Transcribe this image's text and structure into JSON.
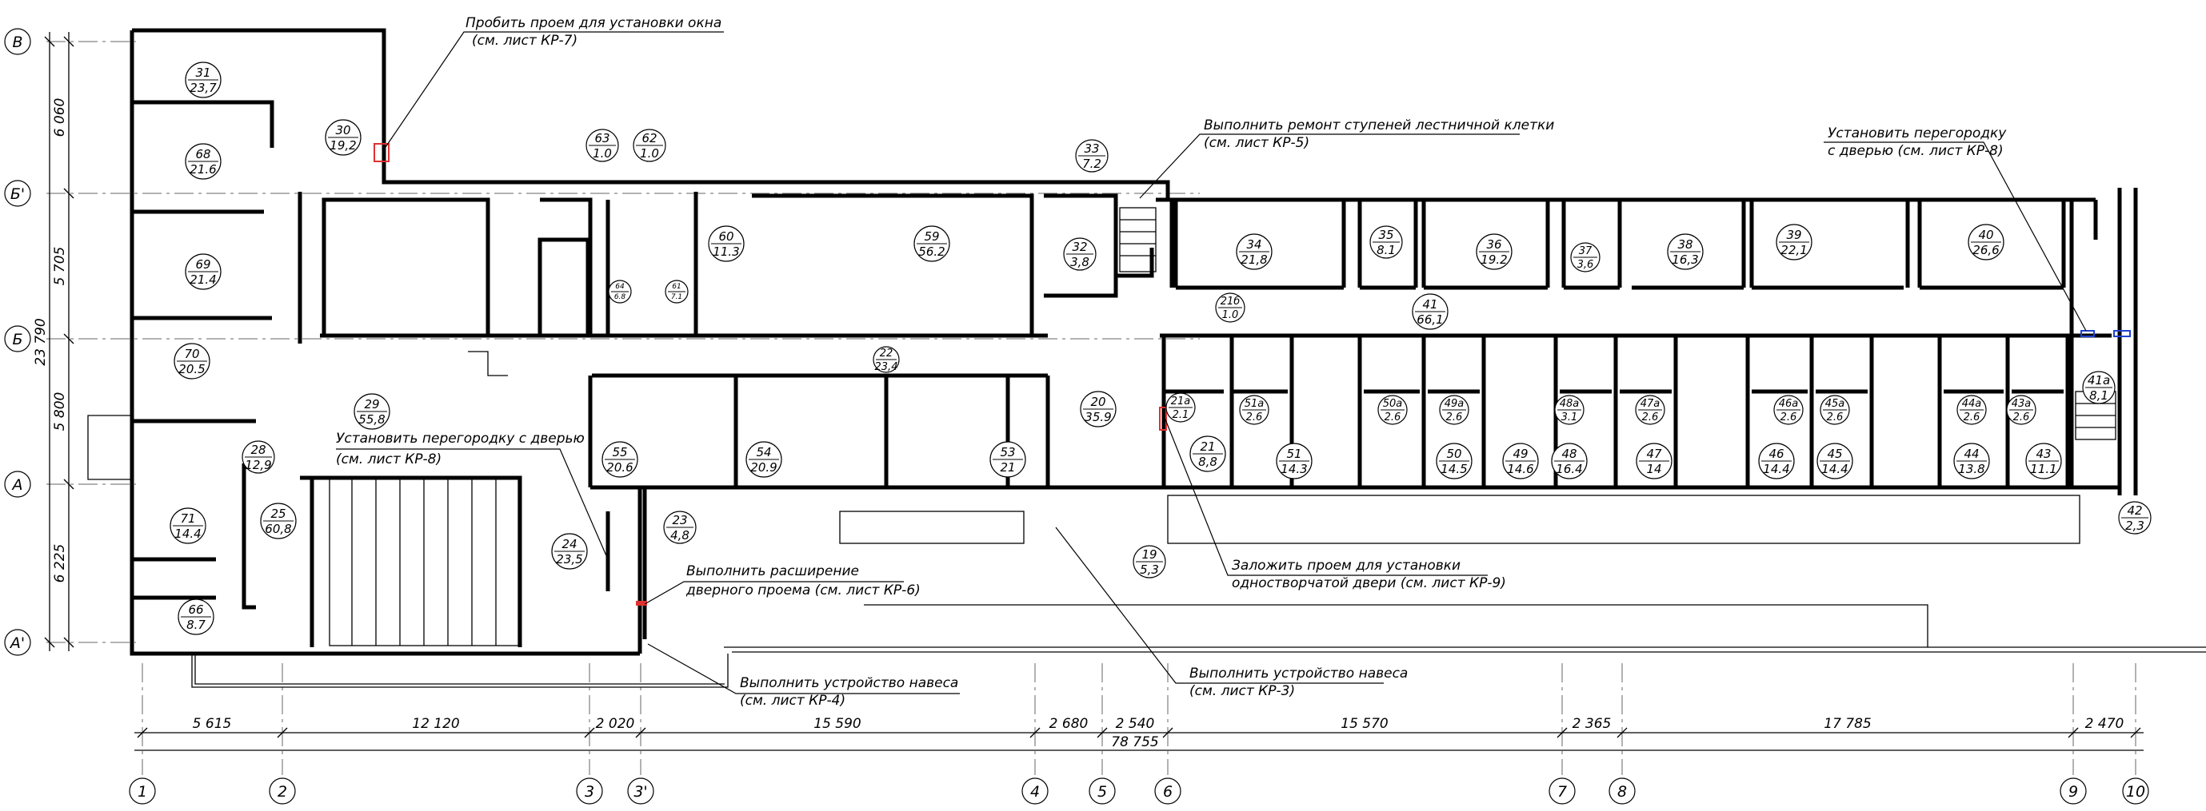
{
  "notes": {
    "window_opening_1": "Пробить проем для установки окна",
    "window_opening_2": "(см. лист КР-7)",
    "stair_repair_1": "Выполнить ремонт ступеней лестничной клетки",
    "stair_repair_2": "(см. лист КР-5)",
    "partition_door_right_1": "Установить перегородку",
    "partition_door_right_2": "с дверью (см. лист КР-8)",
    "partition_door_left_1": "Установить перегородку с дверью",
    "partition_door_left_2": "(см. лист КР-8)",
    "door_widening_1": "Выполнить расширение",
    "door_widening_2": "дверного проема (см. лист КР-6)",
    "canopy_left_1": "Выполнить устройство навеса",
    "canopy_left_2": "(см. лист КР-4)",
    "canopy_mid_1": "Выполнить устройство навеса",
    "canopy_mid_2": "(см. лист КР-3)",
    "block_opening_1": "Заложить проем для установки",
    "block_opening_2": "одностворчатой двери (см. лист КР-9)"
  },
  "row_axes": [
    "В",
    "Б'",
    "Б",
    "А",
    "А'"
  ],
  "row_dims": [
    "6 060",
    "5 705",
    "5 800",
    "6 225"
  ],
  "row_total": "23 790",
  "col_axes": [
    "1",
    "2",
    "3",
    "3'",
    "4",
    "5",
    "6",
    "7",
    "8",
    "9",
    "10"
  ],
  "col_dims": [
    "5 615",
    "12 120",
    "2 020",
    "15 590",
    "2 680",
    "2 540",
    "15 570",
    "2 365",
    "17 785",
    "2 470"
  ],
  "col_total": "78 755",
  "rooms": [
    {
      "n": "31",
      "a": "23,7"
    },
    {
      "n": "30",
      "a": "19,2"
    },
    {
      "n": "68",
      "a": "21.6"
    },
    {
      "n": "69",
      "a": "21.4"
    },
    {
      "n": "70",
      "a": "20.5"
    },
    {
      "n": "28",
      "a": "12,9"
    },
    {
      "n": "71",
      "a": "14.4"
    },
    {
      "n": "25",
      "a": "60,8"
    },
    {
      "n": "66",
      "a": "8.7"
    },
    {
      "n": "29",
      "a": "55,8"
    },
    {
      "n": "63",
      "a": "1.0"
    },
    {
      "n": "62",
      "a": "1.0"
    },
    {
      "n": "64",
      "a": "6.8"
    },
    {
      "n": "61",
      "a": "7.1"
    },
    {
      "n": "60",
      "a": "11.3"
    },
    {
      "n": "59",
      "a": "56.2"
    },
    {
      "n": "22",
      "a": "23,4"
    },
    {
      "n": "55",
      "a": "20.6"
    },
    {
      "n": "54",
      "a": "20.9"
    },
    {
      "n": "53",
      "a": "21"
    },
    {
      "n": "24",
      "a": "23,5"
    },
    {
      "n": "23",
      "a": "4,8"
    },
    {
      "n": "33",
      "a": "7.2"
    },
    {
      "n": "32",
      "a": "3,8"
    },
    {
      "n": "20",
      "a": "35.9"
    },
    {
      "n": "19",
      "a": "5,3"
    },
    {
      "n": "34",
      "a": "21,8"
    },
    {
      "n": "21б",
      "a": "1.0"
    },
    {
      "n": "21а",
      "a": "2.1"
    },
    {
      "n": "21",
      "a": "8,8"
    },
    {
      "n": "35",
      "a": "8.1"
    },
    {
      "n": "36",
      "a": "19.2"
    },
    {
      "n": "41",
      "a": "66,1"
    },
    {
      "n": "37",
      "a": "3,6"
    },
    {
      "n": "38",
      "a": "16,3"
    },
    {
      "n": "39",
      "a": "22,1"
    },
    {
      "n": "40",
      "a": "26,6"
    },
    {
      "n": "51а",
      "a": "2.6"
    },
    {
      "n": "51",
      "a": "14.3"
    },
    {
      "n": "50а",
      "a": "2.6"
    },
    {
      "n": "49а",
      "a": "2.6"
    },
    {
      "n": "50",
      "a": "14.5"
    },
    {
      "n": "49",
      "a": "14.6"
    },
    {
      "n": "48а",
      "a": "3.1"
    },
    {
      "n": "47а",
      "a": "2.6"
    },
    {
      "n": "48",
      "a": "16.4"
    },
    {
      "n": "47",
      "a": "14"
    },
    {
      "n": "46а",
      "a": "2.6"
    },
    {
      "n": "45а",
      "a": "2.6"
    },
    {
      "n": "46",
      "a": "14.4"
    },
    {
      "n": "45",
      "a": "14.4"
    },
    {
      "n": "44а",
      "a": "2.6"
    },
    {
      "n": "43а",
      "a": "2.6"
    },
    {
      "n": "44",
      "a": "13.8"
    },
    {
      "n": "43",
      "a": "11.1"
    },
    {
      "n": "41а",
      "a": "8,1"
    },
    {
      "n": "42",
      "a": "2,3"
    }
  ],
  "colors": {
    "line": "#000000",
    "axis": "#666666",
    "highlight_red": "#e03030",
    "highlight_blue": "#2040d0"
  }
}
